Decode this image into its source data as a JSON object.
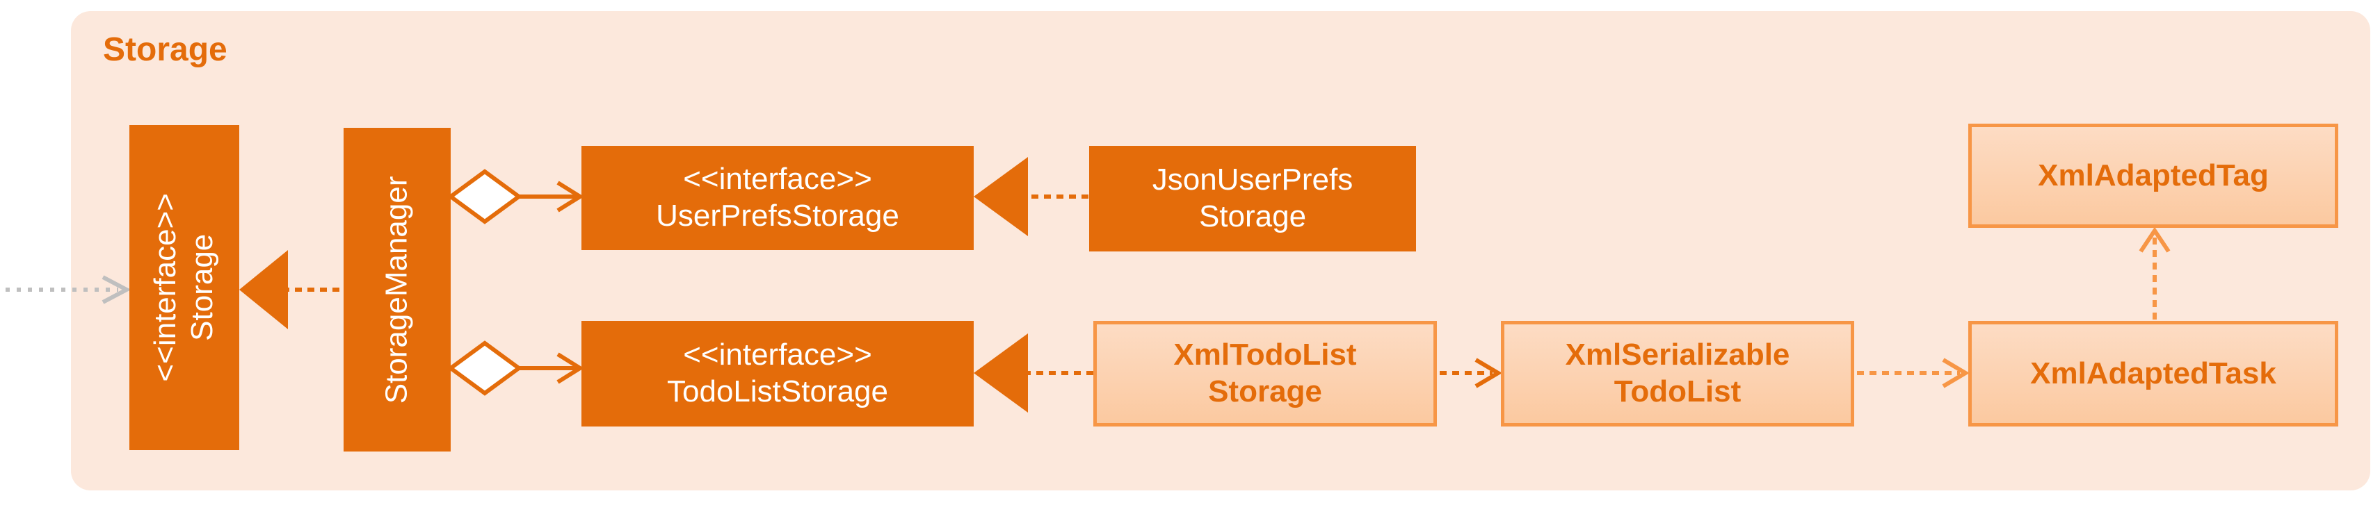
{
  "package": {
    "title": "Storage"
  },
  "boxes": {
    "storage_interface": {
      "stereotype": "<<interface>>",
      "name": "Storage"
    },
    "storage_manager": {
      "name": "StorageManager"
    },
    "userprefs_interface": {
      "stereotype": "<<interface>>",
      "name": "UserPrefsStorage"
    },
    "json_userprefs": {
      "line1": "JsonUserPrefs",
      "line2": "Storage"
    },
    "todolist_interface": {
      "stereotype": "<<interface>>",
      "name": "TodoListStorage"
    },
    "xml_todolist": {
      "line1": "XmlTodoList",
      "line2": "Storage"
    },
    "xml_serializable": {
      "line1": "XmlSerializable",
      "line2": "TodoList"
    },
    "xml_adapted_task": {
      "name": "XmlAdaptedTask"
    },
    "xml_adapted_tag": {
      "name": "XmlAdaptedTag"
    }
  },
  "colors": {
    "primary": "#e46c0a",
    "light_fill": "#fcd5b5",
    "light_border": "#f79646",
    "panel": "#fce8dc",
    "external_arrow": "#bfbfbf"
  }
}
